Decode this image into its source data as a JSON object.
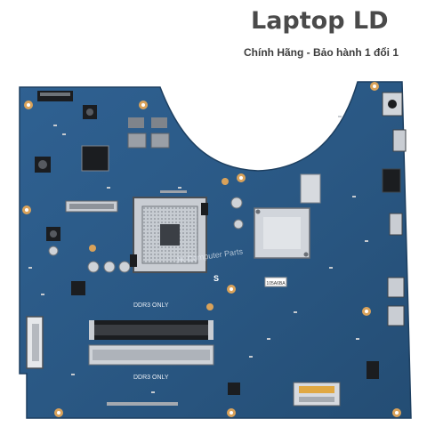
{
  "header": {
    "title": "Laptop LD",
    "subtitle": "Chính Hãng - Bảo hành 1 đổi 1"
  },
  "board": {
    "ddr_label_top": "DDR3 ONLY",
    "ddr_label_bottom": "DDR3 ONLY",
    "watermark": "JK Computer Parts",
    "sticker": "105A6BA",
    "brand_mark": "S",
    "colors": {
      "pcb": "#2c5a86",
      "pcb_dark": "#1f4568",
      "gold_pad": "#d9a25a",
      "silver": "#b8bcc2",
      "chip_black": "#1b1d20",
      "socket": "#c9cdd3"
    }
  }
}
